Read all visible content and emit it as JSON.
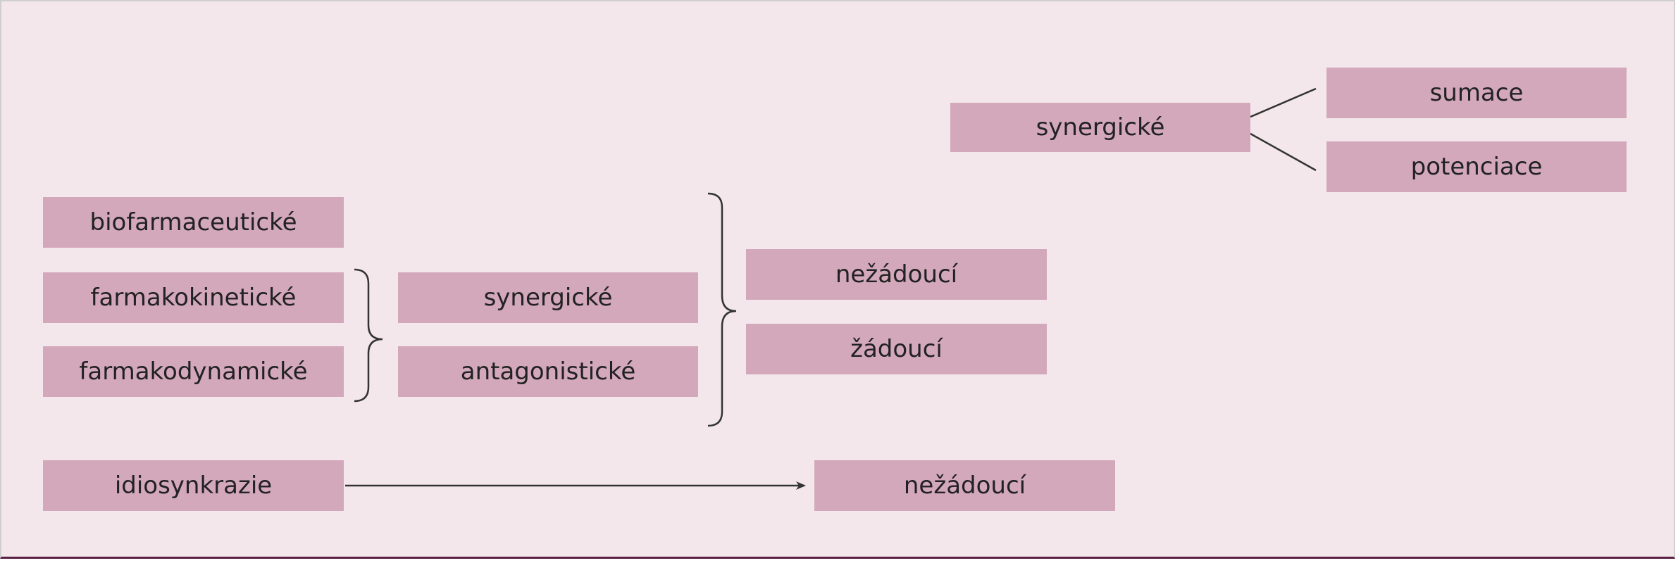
{
  "colors": {
    "background": "#f3e7eb",
    "box_fill": "#d4a8bb",
    "text": "#222222",
    "line": "#333333",
    "bottom_border": "#5a1f45"
  },
  "diagram": {
    "top": {
      "synergic": "synergické",
      "summation": "sumace",
      "potentiation": "potenciace"
    },
    "left": {
      "biopharmaceutical": "biofarmaceutické",
      "pharmacokinetic": "farmakokinetické",
      "pharmacodynamic": "farmakodynamické",
      "idiosyncrasy": "idiosynkrazie"
    },
    "middle": {
      "synergic": "synergické",
      "antagonistic": "antagonistické"
    },
    "right": {
      "undesirable": "nežádoucí",
      "desirable": "žádoucí",
      "undesirable_idio": "nežádoucí"
    }
  }
}
